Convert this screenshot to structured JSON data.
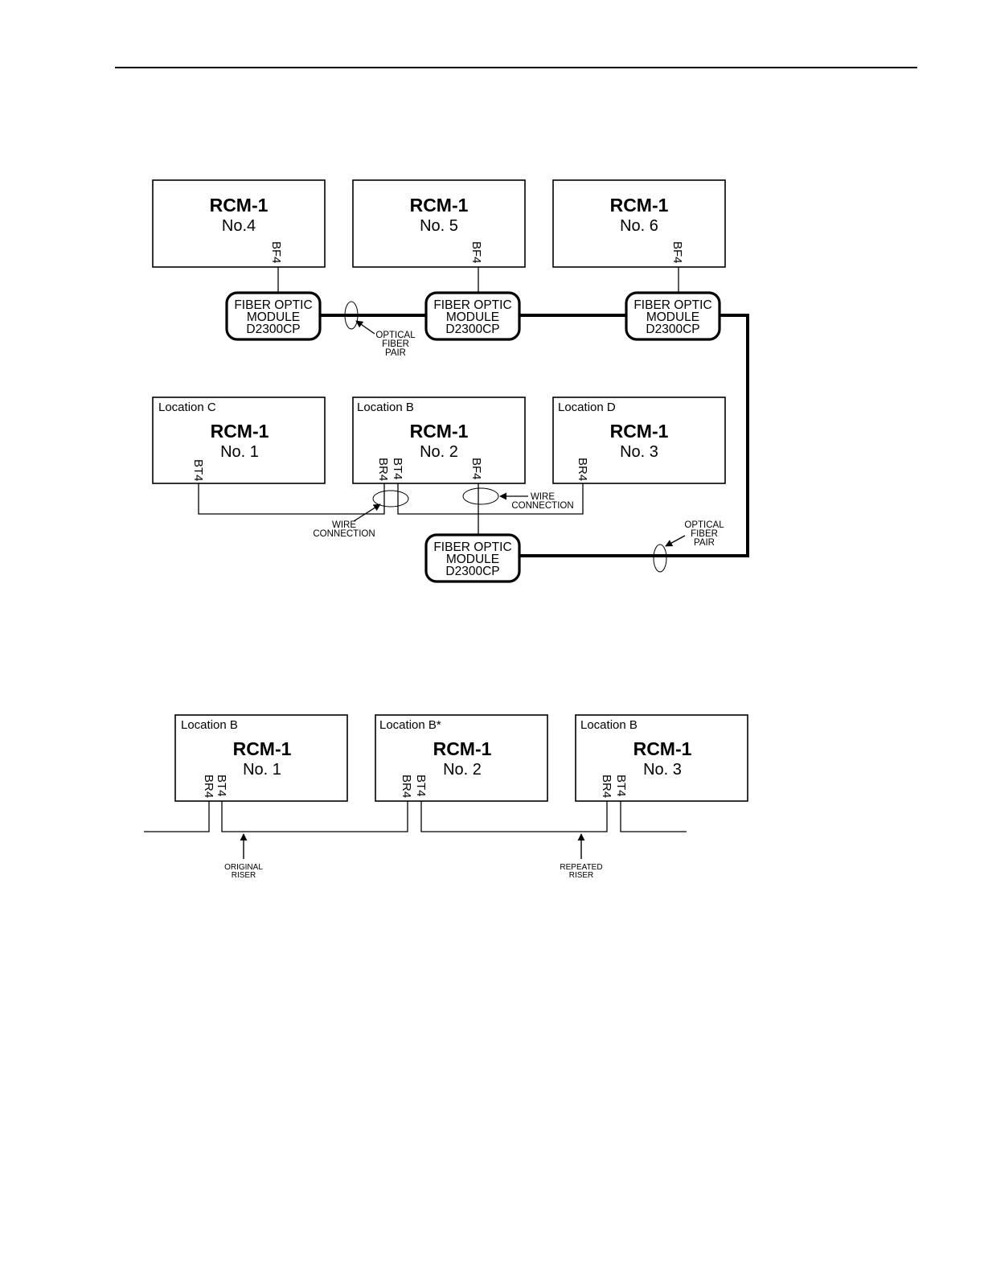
{
  "fig1": {
    "rcm4": {
      "title": "RCM-1",
      "number": "No.4",
      "terminal": "BF4"
    },
    "rcm5": {
      "title": "RCM-1",
      "number": "No. 5",
      "terminal": "BF4"
    },
    "rcm6": {
      "title": "RCM-1",
      "number": "No. 6",
      "terminal": "BF4"
    },
    "rcm1": {
      "location": "Location C",
      "title": "RCM-1",
      "number": "No. 1",
      "terminal": "BT4"
    },
    "rcm2": {
      "location": "Location B",
      "title": "RCM-1",
      "number": "No. 2",
      "terminals": [
        "BR4",
        "BT4",
        "BF4"
      ]
    },
    "rcm3": {
      "location": "Location D",
      "title": "RCM-1",
      "number": "No. 3",
      "terminal": "BR4"
    },
    "fom_a": {
      "line1": "FIBER OPTIC",
      "line2": "MODULE",
      "line3": "D2300CP"
    },
    "fom_b": {
      "line1": "FIBER OPTIC",
      "line2": "MODULE",
      "line3": "D2300CP"
    },
    "fom_c": {
      "line1": "FIBER OPTIC",
      "line2": "MODULE",
      "line3": "D2300CP"
    },
    "fom_d": {
      "line1": "FIBER OPTIC",
      "line2": "MODULE",
      "line3": "D2300CP"
    },
    "fiber_label_top": [
      "OPTICAL",
      "FIBER",
      "PAIR"
    ],
    "fiber_label_right": [
      "OPTICAL",
      "FIBER",
      "PAIR"
    ],
    "wire_label_left": [
      "WIRE",
      "CONNECTION"
    ],
    "wire_label_right": [
      "WIRE",
      "CONNECTION"
    ]
  },
  "fig2": {
    "box1": {
      "location": "Location B",
      "title": "RCM-1",
      "number": "No. 1",
      "terminals": [
        "BR4",
        "BT4"
      ]
    },
    "box2": {
      "location": "Location B*",
      "title": "RCM-1",
      "number": "No. 2",
      "terminals": [
        "BR4",
        "BT4"
      ]
    },
    "box3": {
      "location": "Location B",
      "title": "RCM-1",
      "number": "No. 3",
      "terminals": [
        "BR4",
        "BT4"
      ]
    },
    "original_riser": [
      "ORIGINAL",
      "RISER"
    ],
    "repeated_riser": [
      "REPEATED",
      "RISER"
    ]
  }
}
